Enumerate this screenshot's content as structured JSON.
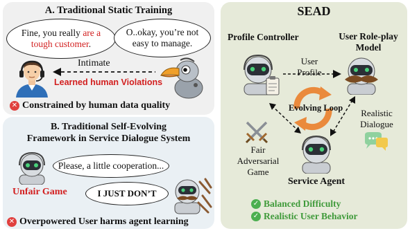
{
  "panel_a": {
    "title": "A. Traditional Static Training",
    "bubble_left_1": "Fine, you really ",
    "bubble_left_red": "are a tough customer",
    "bubble_left_end": ".",
    "bubble_right": "O..okay, you’re not easy to manage.",
    "arrow_label": "Intimate",
    "violation_label": "Learned human Violations",
    "footer": "Constrained by human data quality"
  },
  "panel_b": {
    "title_line1": "B. Traditional Self-Evolving",
    "title_line2": "Framework in Service Dialogue System",
    "bubble_top": "Please, a little cooperation...",
    "bubble_bottom": "I JUST DON’T",
    "unfair_label": "Unfair Game",
    "footer": "Overpowered User harms agent learning"
  },
  "panel_c": {
    "title": "SEAD",
    "profile_controller": "Profile Controller",
    "user_roleplay_line1": "User Role-play",
    "user_roleplay_line2": "Model",
    "user_profile_line1": "User",
    "user_profile_line2": "Profile",
    "evolving_loop": "Evolving Loop",
    "realistic_line1": "Realistic",
    "realistic_line2": "Dialogue",
    "fair_line1": "Fair",
    "fair_line2": "Adversarial",
    "fair_line3": "Game",
    "service_agent": "Service Agent",
    "check1": "Balanced Difficulty",
    "check2": "Realistic User Behavior"
  },
  "colors": {
    "red": "#d21f1f",
    "green": "#3f9a3a",
    "orange": "#ea8a3c",
    "panel_a_bg": "#f0f0f0",
    "panel_b_bg": "#eaf0f4",
    "panel_c_bg": "#e6ead9"
  },
  "icons": [
    "agent-headset-icon",
    "toucan-robot-icon",
    "robot-icon",
    "mustache-robot-icon",
    "clipboard-icon",
    "swords-icon",
    "chat-icon",
    "cycle-arrows-icon",
    "cross-icon",
    "check-icon"
  ]
}
